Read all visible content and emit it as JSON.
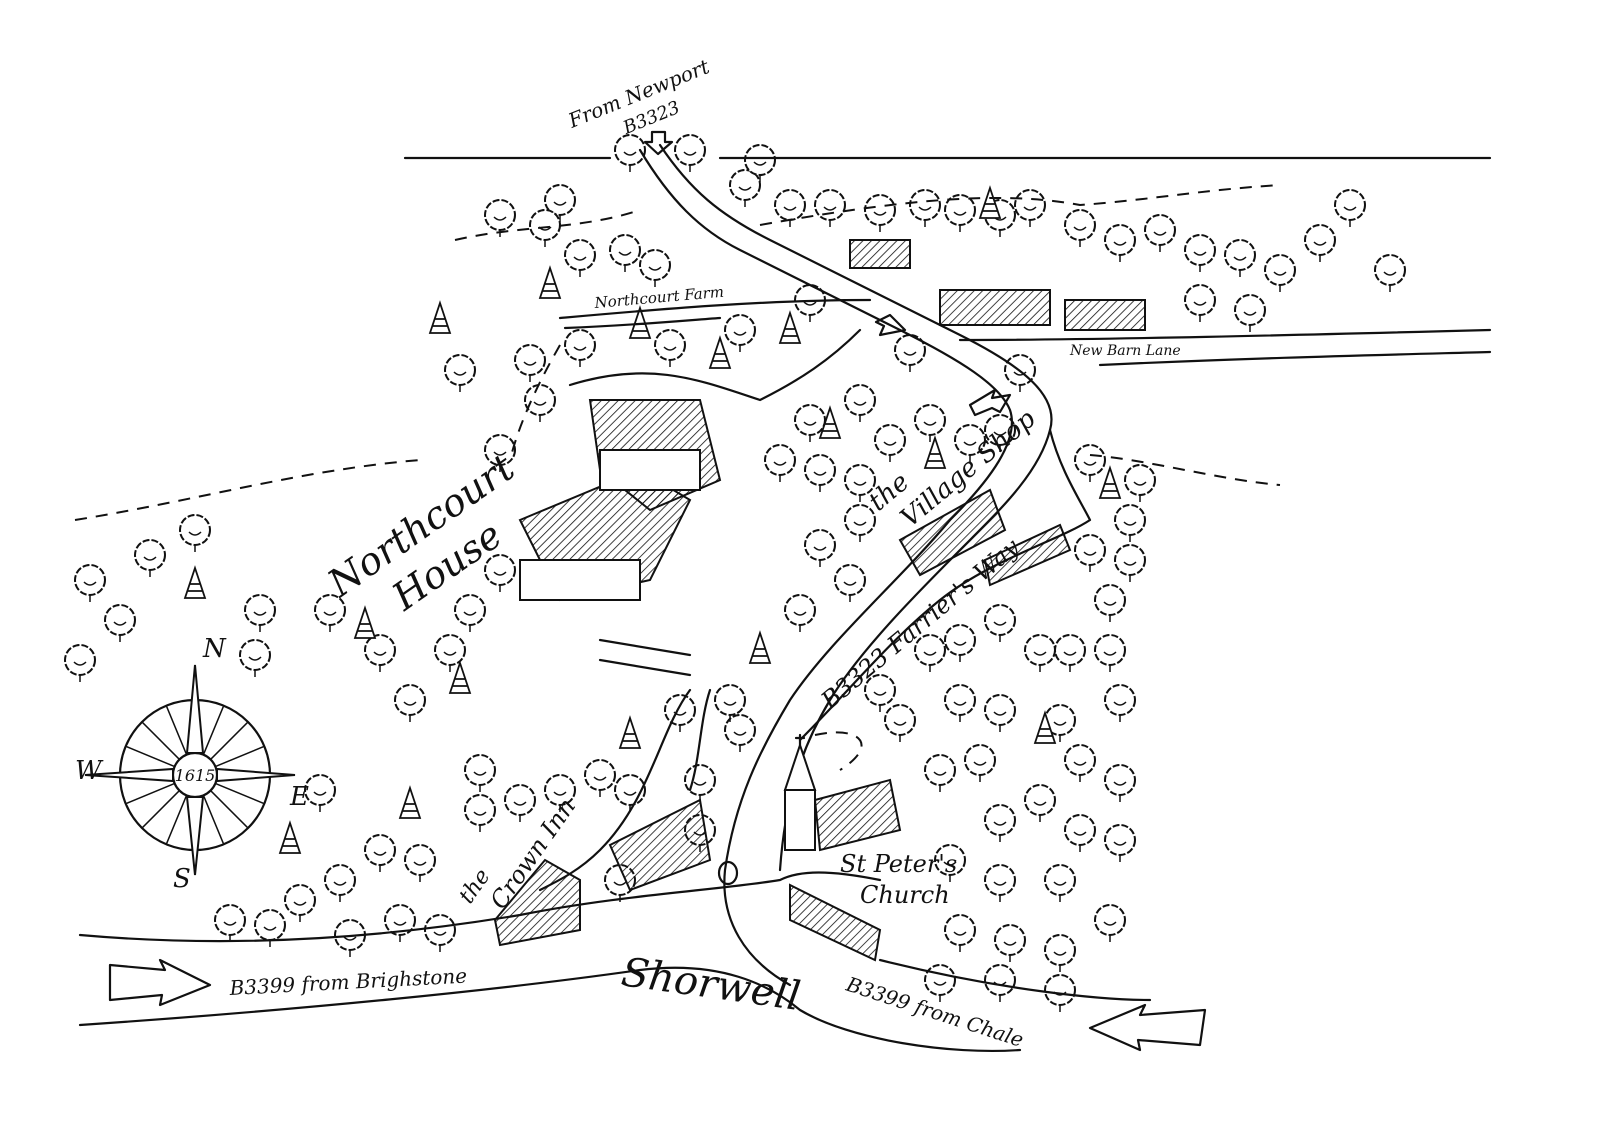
{
  "map": {
    "labels": {
      "from_newport": "From Newport",
      "newport_road": "B3323",
      "northcourt_farm": "Northcourt Farm",
      "new_barn_lane": "New Barn Lane",
      "northcourt_house_1": "Northcourt",
      "northcourt_house_2": "House",
      "village_shop_1": "the",
      "village_shop_2": "Village Shop",
      "farriers_way": "B3323  Farrier's Way",
      "st_peters_1": "St Peter's",
      "st_peters_2": "Church",
      "crown_inn_1": "the",
      "crown_inn_2": "Crown Inn",
      "village": "Shorwell",
      "from_brighstone": "B3399 from Brighstone",
      "from_chale": "B3399 from Chale"
    },
    "compass": {
      "n": "N",
      "e": "E",
      "s": "S",
      "w": "W",
      "year": "1615"
    },
    "ink_color": "#111111",
    "paper_color": "#ffffff"
  }
}
